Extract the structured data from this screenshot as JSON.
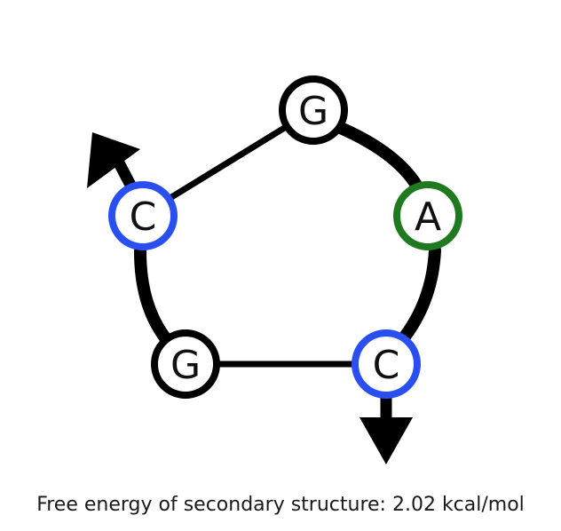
{
  "caption": {
    "label": "Free energy of secondary structure:",
    "value": "2.02 kcal/mol"
  },
  "strand": {
    "direction_in": "5' end at C (upper-left)",
    "direction_out": "3' end at C (lower-right)"
  },
  "nucleotides": [
    {
      "id": "n1",
      "letter": "C",
      "ring_color": "#2a4ff0"
    },
    {
      "id": "n2",
      "letter": "G",
      "ring_color": "#000000"
    },
    {
      "id": "n3",
      "letter": "A",
      "ring_color": "#1f7a1f"
    },
    {
      "id": "n4",
      "letter": "C",
      "ring_color": "#2a4ff0"
    },
    {
      "id": "n5",
      "letter": "G",
      "ring_color": "#000000"
    }
  ],
  "pairs": [
    {
      "from": "n1",
      "to": "n2"
    },
    {
      "from": "n5",
      "to": "n4"
    }
  ],
  "colors": {
    "backbone": "#000000",
    "fill": "#ffffff",
    "text": "#111111"
  }
}
